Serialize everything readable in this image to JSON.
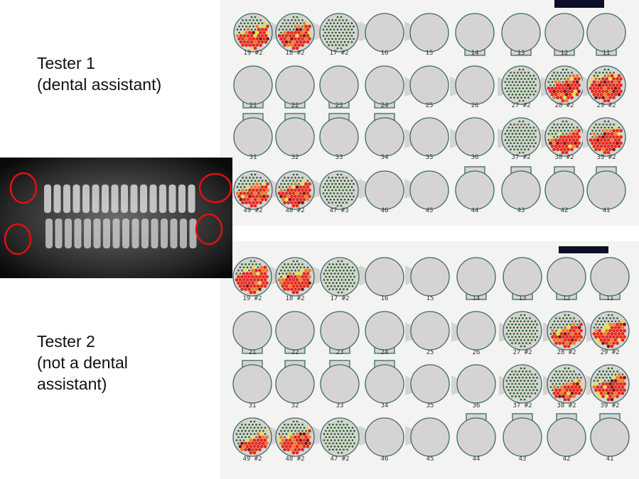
{
  "testers": [
    {
      "name": "Tester 1",
      "description": "(dental assistant)"
    },
    {
      "name": "Tester 2",
      "description_lines": [
        "(not a dental",
        "assistant)"
      ]
    }
  ],
  "colors": {
    "tooth_fill": "#d6d4d2",
    "tooth_stroke": "#3a6a6a",
    "healthy_dot": "#1e5a1e",
    "red": "#e8281c",
    "orange": "#f07a1e",
    "yellow": "#e8e040",
    "dark_red": "#8a1010",
    "marker": "#e01010"
  },
  "chart_data": {
    "type": "diagram",
    "rows": [
      [
        "19",
        "18",
        "17",
        "16",
        "15",
        "14",
        "13",
        "12",
        "11"
      ],
      [
        "21",
        "22",
        "23",
        "24",
        "25",
        "26",
        "27",
        "28",
        "29"
      ],
      [
        "31",
        "32",
        "33",
        "34",
        "35",
        "36",
        "37",
        "38",
        "39"
      ],
      [
        "49",
        "48",
        "47",
        "46",
        "45",
        "44",
        "43",
        "42",
        "41"
      ]
    ],
    "tester1": {
      "19": {
        "label": "19 #2",
        "caries": 0.55
      },
      "18": {
        "label": "18 #2",
        "caries": 0.6
      },
      "17": {
        "label": "17 #2",
        "caries": 0
      },
      "16": {
        "label": "16"
      },
      "15": {
        "label": "15"
      },
      "14": {
        "label": "14"
      },
      "13": {
        "label": "13"
      },
      "12": {
        "label": "12"
      },
      "11": {
        "label": "11"
      },
      "21": {
        "label": "21"
      },
      "22": {
        "label": "22"
      },
      "23": {
        "label": "23"
      },
      "24": {
        "label": "24"
      },
      "25": {
        "label": "25"
      },
      "26": {
        "label": "26"
      },
      "27": {
        "label": "27 #2",
        "caries": 0
      },
      "28": {
        "label": "28 #2",
        "caries": 0.6
      },
      "29": {
        "label": "29 #2",
        "caries": 0.75
      },
      "31": {
        "label": "31"
      },
      "32": {
        "label": "32"
      },
      "33": {
        "label": "33"
      },
      "34": {
        "label": "34"
      },
      "35": {
        "label": "35"
      },
      "36": {
        "label": "36"
      },
      "37": {
        "label": "37 #2",
        "caries": 0
      },
      "38": {
        "label": "38 #2",
        "caries": 0.55
      },
      "39": {
        "label": "39 #2",
        "caries": 0.65
      },
      "49": {
        "label": "49 #2",
        "caries": 0.55
      },
      "48": {
        "label": "48 #2",
        "caries": 0.6
      },
      "47": {
        "label": "47 #3",
        "caries": 0
      },
      "46": {
        "label": "46"
      },
      "45": {
        "label": "45"
      },
      "44": {
        "label": "44"
      },
      "43": {
        "label": "43"
      },
      "42": {
        "label": "42"
      },
      "41": {
        "label": "41"
      }
    },
    "tester2": {
      "19": {
        "label": "19 #2",
        "caries": 0.7
      },
      "18": {
        "label": "18 #2",
        "caries": 0.6
      },
      "17": {
        "label": "17 #2",
        "caries": 0
      },
      "16": {
        "label": "16"
      },
      "15": {
        "label": "15"
      },
      "14": {
        "label": "14"
      },
      "13": {
        "label": "13"
      },
      "12": {
        "label": "12"
      },
      "11": {
        "label": "11"
      },
      "21": {
        "label": "21"
      },
      "22": {
        "label": "22"
      },
      "23": {
        "label": "23"
      },
      "24": {
        "label": "24"
      },
      "25": {
        "label": "25"
      },
      "26": {
        "label": "26"
      },
      "27": {
        "label": "27 #2",
        "caries": 0
      },
      "28": {
        "label": "28 #2",
        "caries": 0.55
      },
      "29": {
        "label": "29 #2",
        "caries": 0.65
      },
      "31": {
        "label": "31"
      },
      "32": {
        "label": "32"
      },
      "33": {
        "label": "33"
      },
      "34": {
        "label": "34"
      },
      "35": {
        "label": "35"
      },
      "36": {
        "label": "36"
      },
      "37": {
        "label": "37 #2",
        "caries": 0
      },
      "38": {
        "label": "38 #2",
        "caries": 0.45
      },
      "39": {
        "label": "39 #2",
        "caries": 0.6
      },
      "49": {
        "label": "49 #2",
        "caries": 0.45
      },
      "48": {
        "label": "48 #2",
        "caries": 0.55
      },
      "47": {
        "label": "47 #2",
        "caries": 0
      },
      "46": {
        "label": "46"
      },
      "45": {
        "label": "45"
      },
      "44": {
        "label": "44"
      },
      "43": {
        "label": "43"
      },
      "42": {
        "label": "42"
      },
      "41": {
        "label": "41"
      }
    },
    "xray_marked_regions": [
      "upper-right",
      "upper-left",
      "lower-right",
      "lower-left"
    ]
  }
}
